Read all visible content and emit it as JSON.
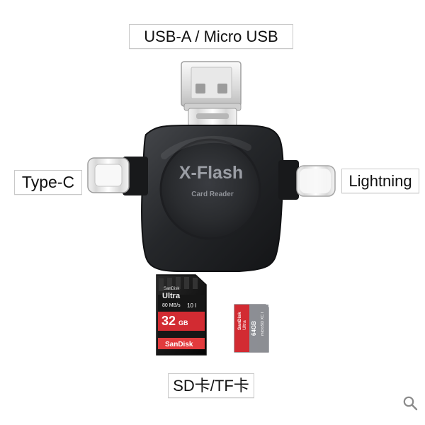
{
  "labels": {
    "usb": "USB-A / Micro USB",
    "typec": "Type-C",
    "lightning": "Lightning",
    "sdtf": "SD卡/TF卡"
  },
  "product": {
    "brand": "X-Flash",
    "subtitle": "Card Reader"
  },
  "sd_card": {
    "brand_small": "SanDisk",
    "series": "Ultra",
    "speed": "80 MB/s",
    "class_marks": "10 I",
    "capacity": "32",
    "unit": "GB",
    "brand_band": "SanDisk"
  },
  "tf_card": {
    "brand": "SanDisk",
    "series": "Ultra",
    "capacity": "64GB",
    "marks": "microSD XC I"
  },
  "colors": {
    "device_body": "#1f2022",
    "device_face": "#2c2d30",
    "text_main": "#111111",
    "label_border": "#c9c9c9",
    "sd_red": "#d22b32",
    "sd_black": "#121212",
    "tf_gray": "#8d8f94"
  },
  "icons": {
    "search": "search-icon"
  }
}
